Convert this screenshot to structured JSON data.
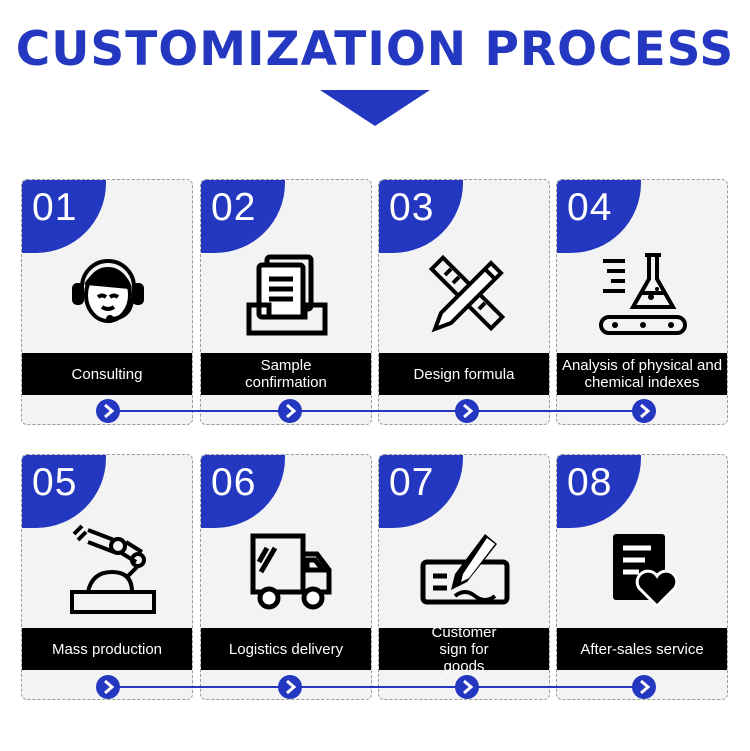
{
  "title": "CUSTOMIZATION PROCESS",
  "colors": {
    "accent": "#2437c0",
    "label_bg": "#000000",
    "card_bg": "#f3f3f4"
  },
  "steps": [
    {
      "number": "01",
      "label": "Consulting",
      "icon": "headset-agent-icon"
    },
    {
      "number": "02",
      "label": "Sample confirmation",
      "icon": "document-tray-icon"
    },
    {
      "number": "03",
      "label": "Design formula",
      "icon": "ruler-pencil-icon"
    },
    {
      "number": "04",
      "label": "Analysis of physical and chemical indexes",
      "icon": "flask-conveyor-icon"
    },
    {
      "number": "05",
      "label": "Mass production",
      "icon": "robot-arm-icon"
    },
    {
      "number": "06",
      "label": "Logistics delivery",
      "icon": "delivery-truck-icon"
    },
    {
      "number": "07",
      "label": "Customer sign for goods",
      "icon": "sign-pen-icon"
    },
    {
      "number": "08",
      "label": "After-sales service",
      "icon": "service-heart-icon"
    }
  ]
}
